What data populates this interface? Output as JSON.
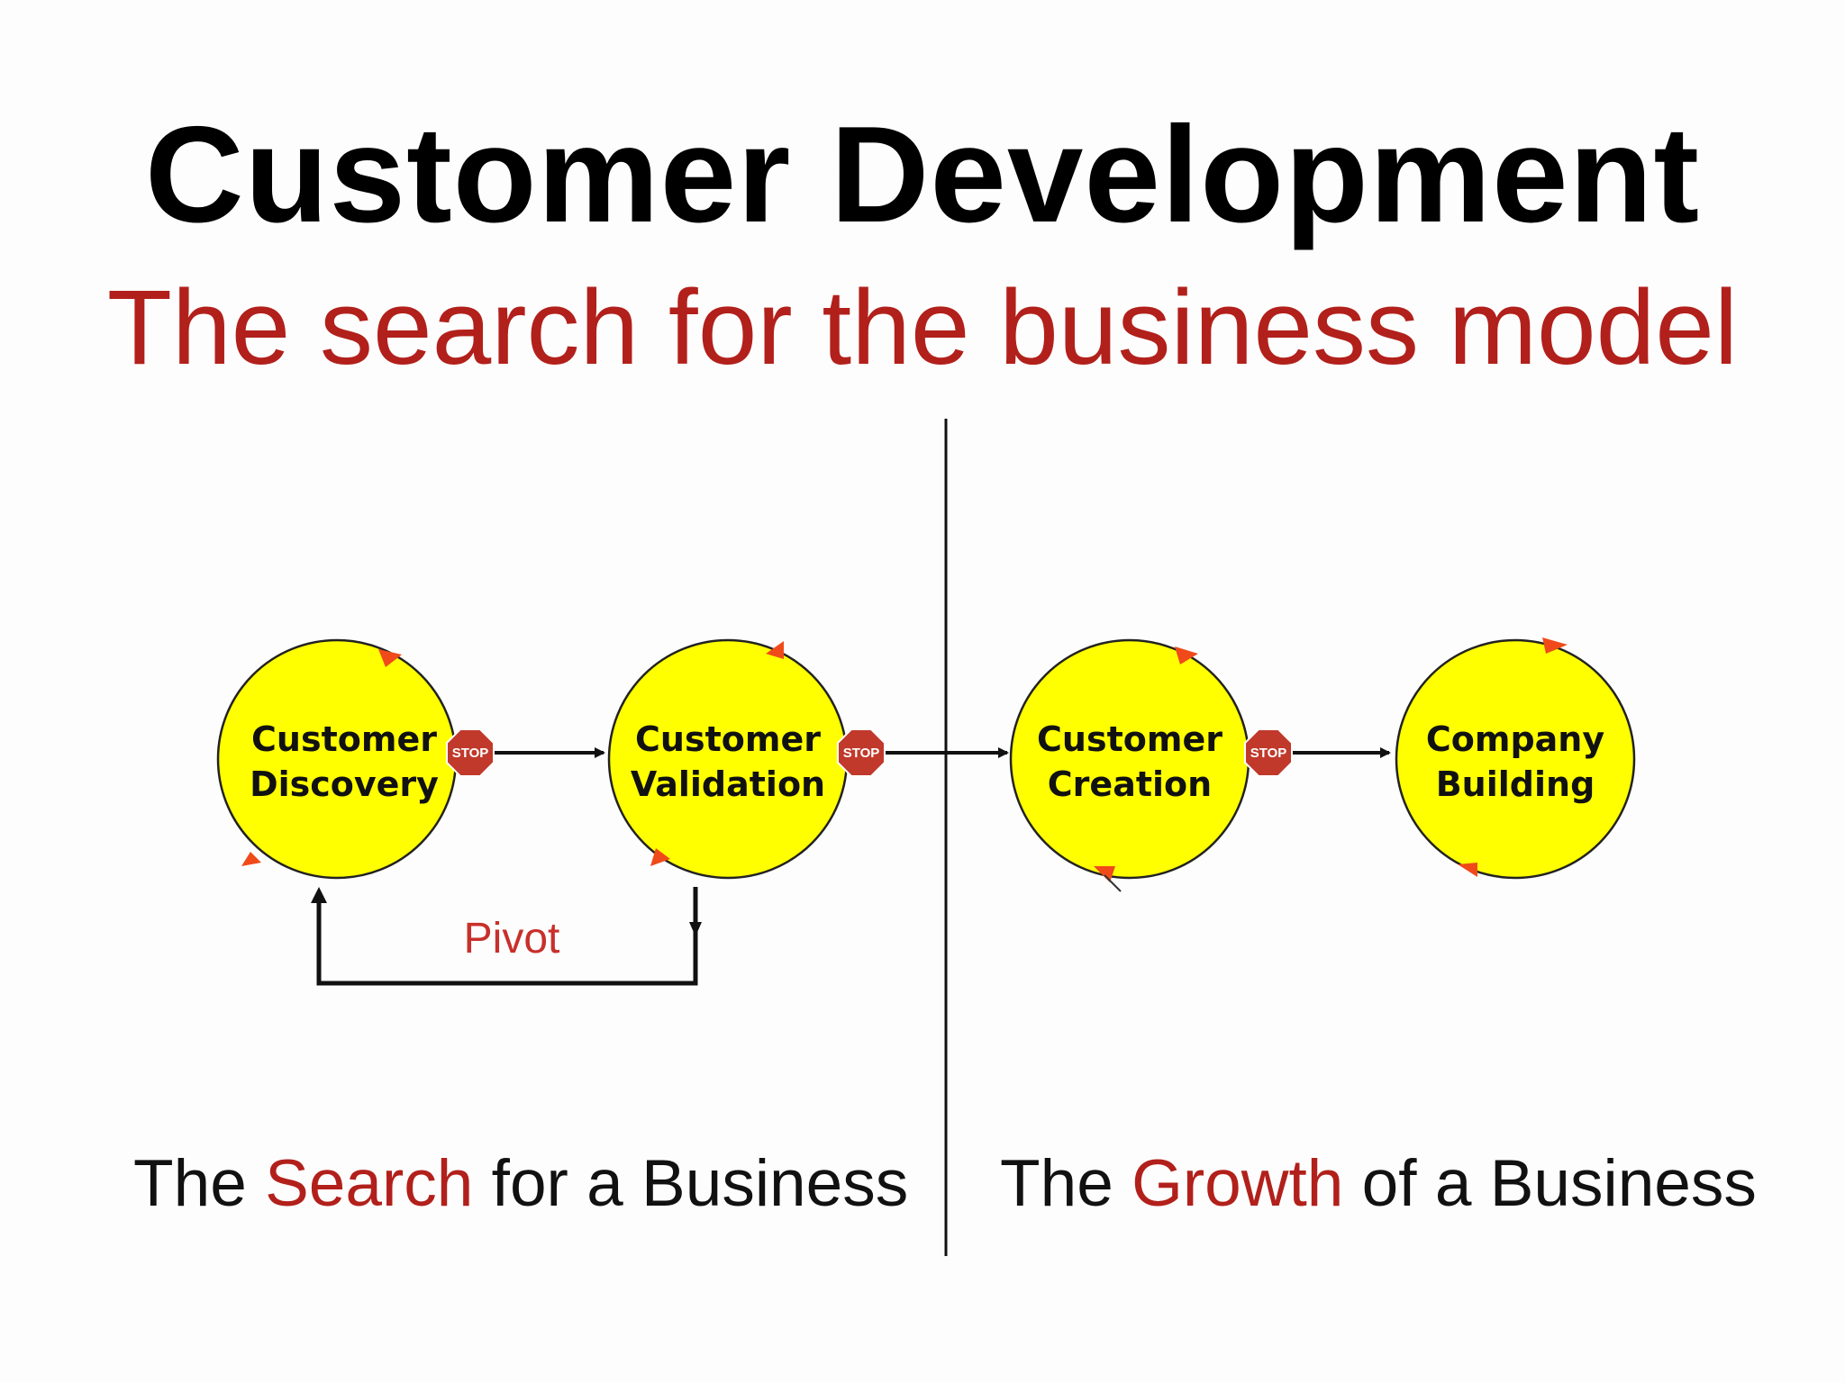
{
  "title": "Customer Development",
  "subtitle": "The search for the business model",
  "stages": [
    {
      "line1": "Customer",
      "line2": "Discovery"
    },
    {
      "line1": "Customer",
      "line2": "Validation"
    },
    {
      "line1": "Customer",
      "line2": "Creation"
    },
    {
      "line1": "Company",
      "line2": "Building"
    }
  ],
  "stop_sign_text": "STOP",
  "pivot_label": "Pivot",
  "captions": {
    "left": {
      "prefix": "The ",
      "highlight": "Search",
      "suffix": " for a Business"
    },
    "right": {
      "prefix": "The ",
      "highlight": "Growth",
      "suffix": " of a Business"
    }
  },
  "colors": {
    "circle_fill": "#ffff00",
    "accent_red": "#b2201b",
    "arrow_tip_orange": "#f04a1a",
    "stop_red": "#c0392b"
  }
}
